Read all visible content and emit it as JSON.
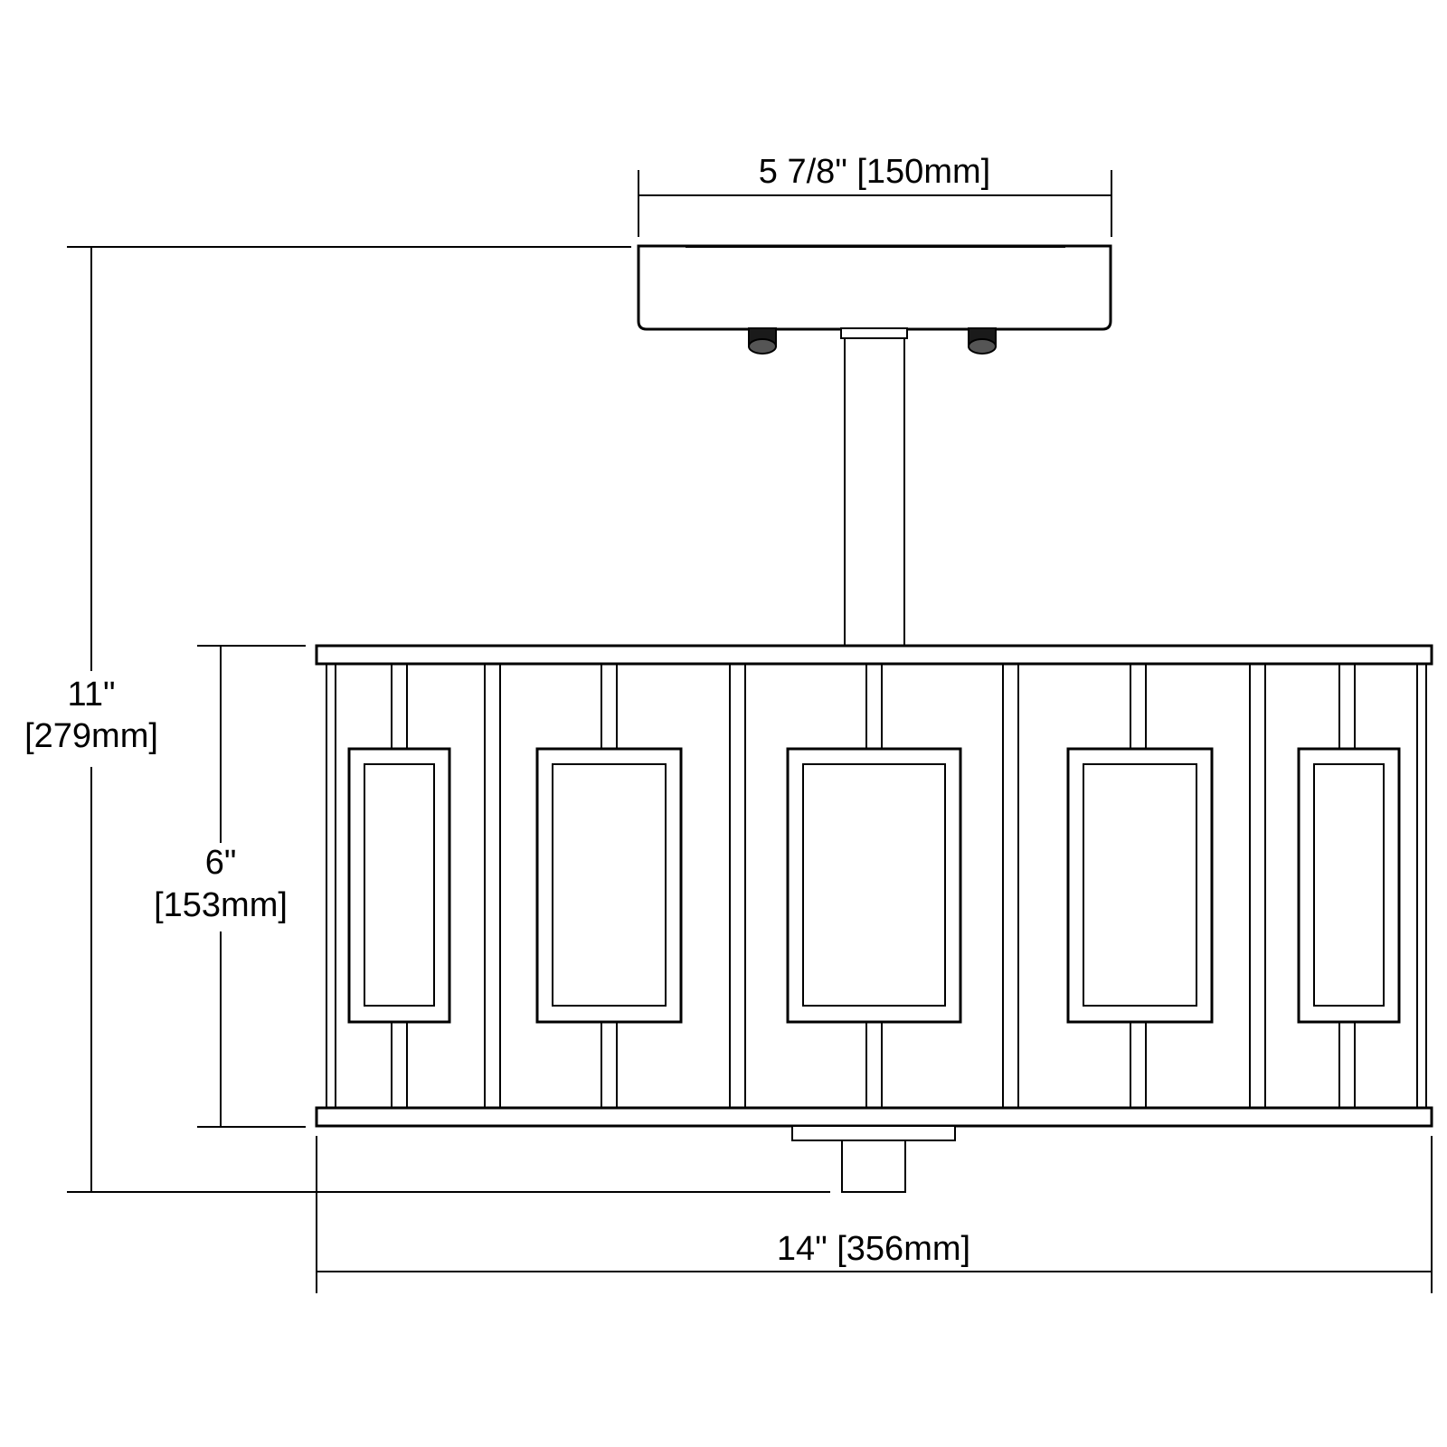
{
  "dimensions": {
    "canopy_width": "5 7/8\" [150mm]",
    "overall_height_in": "11\"",
    "overall_height_mm": "[279mm]",
    "shade_height_in": "6\"",
    "shade_height_mm": "[153mm]",
    "overall_width": "14\" [356mm]"
  },
  "colors": {
    "line": "#000000",
    "background": "#ffffff"
  }
}
